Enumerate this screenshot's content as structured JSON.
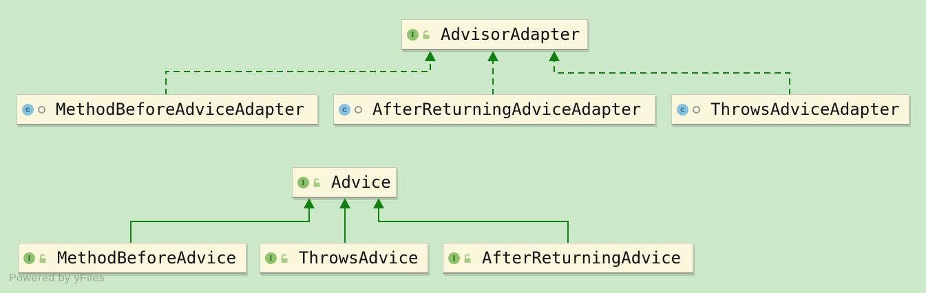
{
  "diagram": {
    "tool_watermark": "Powered by yFiles",
    "colors": {
      "canvas_background": "#cbe9c8",
      "node_fill": "#fbf7dc",
      "edge_green": "#0e810e",
      "interface_badge": "#8fc46d",
      "class_badge": "#85c2dd"
    },
    "nodes": [
      {
        "label": "AdvisorAdapter",
        "type": "interface",
        "icon_glyph": "I",
        "visibility": "public"
      },
      {
        "label": "MethodBeforeAdviceAdapter",
        "type": "class",
        "icon_glyph": "c",
        "visibility": "package-private"
      },
      {
        "label": "AfterReturningAdviceAdapter",
        "type": "class",
        "icon_glyph": "c",
        "visibility": "package-private"
      },
      {
        "label": "ThrowsAdviceAdapter",
        "type": "class",
        "icon_glyph": "c",
        "visibility": "package-private"
      },
      {
        "label": "Advice",
        "type": "interface",
        "icon_glyph": "I",
        "visibility": "public"
      },
      {
        "label": "MethodBeforeAdvice",
        "type": "interface",
        "icon_glyph": "I",
        "visibility": "public"
      },
      {
        "label": "ThrowsAdvice",
        "type": "interface",
        "icon_glyph": "I",
        "visibility": "public"
      },
      {
        "label": "AfterReturningAdvice",
        "type": "interface",
        "icon_glyph": "I",
        "visibility": "public"
      }
    ],
    "edges": [
      {
        "from": "MethodBeforeAdviceAdapter",
        "to": "AdvisorAdapter",
        "relation": "implements",
        "line_style": "dashed"
      },
      {
        "from": "AfterReturningAdviceAdapter",
        "to": "AdvisorAdapter",
        "relation": "implements",
        "line_style": "dashed"
      },
      {
        "from": "ThrowsAdviceAdapter",
        "to": "AdvisorAdapter",
        "relation": "implements",
        "line_style": "dashed"
      },
      {
        "from": "MethodBeforeAdvice",
        "to": "Advice",
        "relation": "extends",
        "line_style": "solid"
      },
      {
        "from": "ThrowsAdvice",
        "to": "Advice",
        "relation": "extends",
        "line_style": "solid"
      },
      {
        "from": "AfterReturningAdvice",
        "to": "Advice",
        "relation": "extends",
        "line_style": "solid"
      }
    ]
  }
}
